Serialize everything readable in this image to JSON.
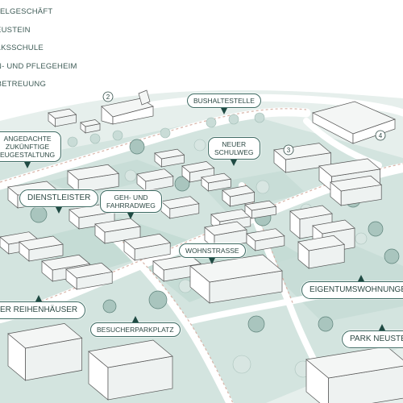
{
  "colors": {
    "accent": "#1f4a43",
    "ground": "#d9e8e4",
    "field": "#c8ddd7",
    "road": "#ffffff",
    "building_roof": "#f4f6f5",
    "building_wall": "#ffffff",
    "tree": "#b9cfca",
    "route_dash": "#d8b4a8"
  },
  "legend": [
    "TTELGESCHÄFT",
    "NEUSTEIN",
    "OLKSSCHULE",
    "HN- UND PFLEGEHEIM",
    "OBETREUUNG"
  ],
  "markers": [
    "2",
    "3",
    "4"
  ],
  "callouts": {
    "bushaltestelle": "BUSHALTESTELLE",
    "neuer_schulweg": [
      "NEUER",
      "SCHULWEG"
    ],
    "angedachte": [
      "ANGEDACHTE",
      "ZUKÜNFTIGE",
      "EUGESTALTUNG"
    ],
    "dienstleister": "DIENSTLEISTER",
    "geh_und_radweg": [
      "GEH- UND",
      "FAHRRADWEG"
    ],
    "wohnstrasse": "WOHNSTRASSE",
    "eigentumswohnungen": "EIGENTUMSWOHNUNGEN",
    "reihenhaeuser": "ER REIHENHÄUSER",
    "besucherparkplatz": "BESUCHERPARKPLATZ",
    "park_neustein": "PARK NEUSTEIN"
  }
}
